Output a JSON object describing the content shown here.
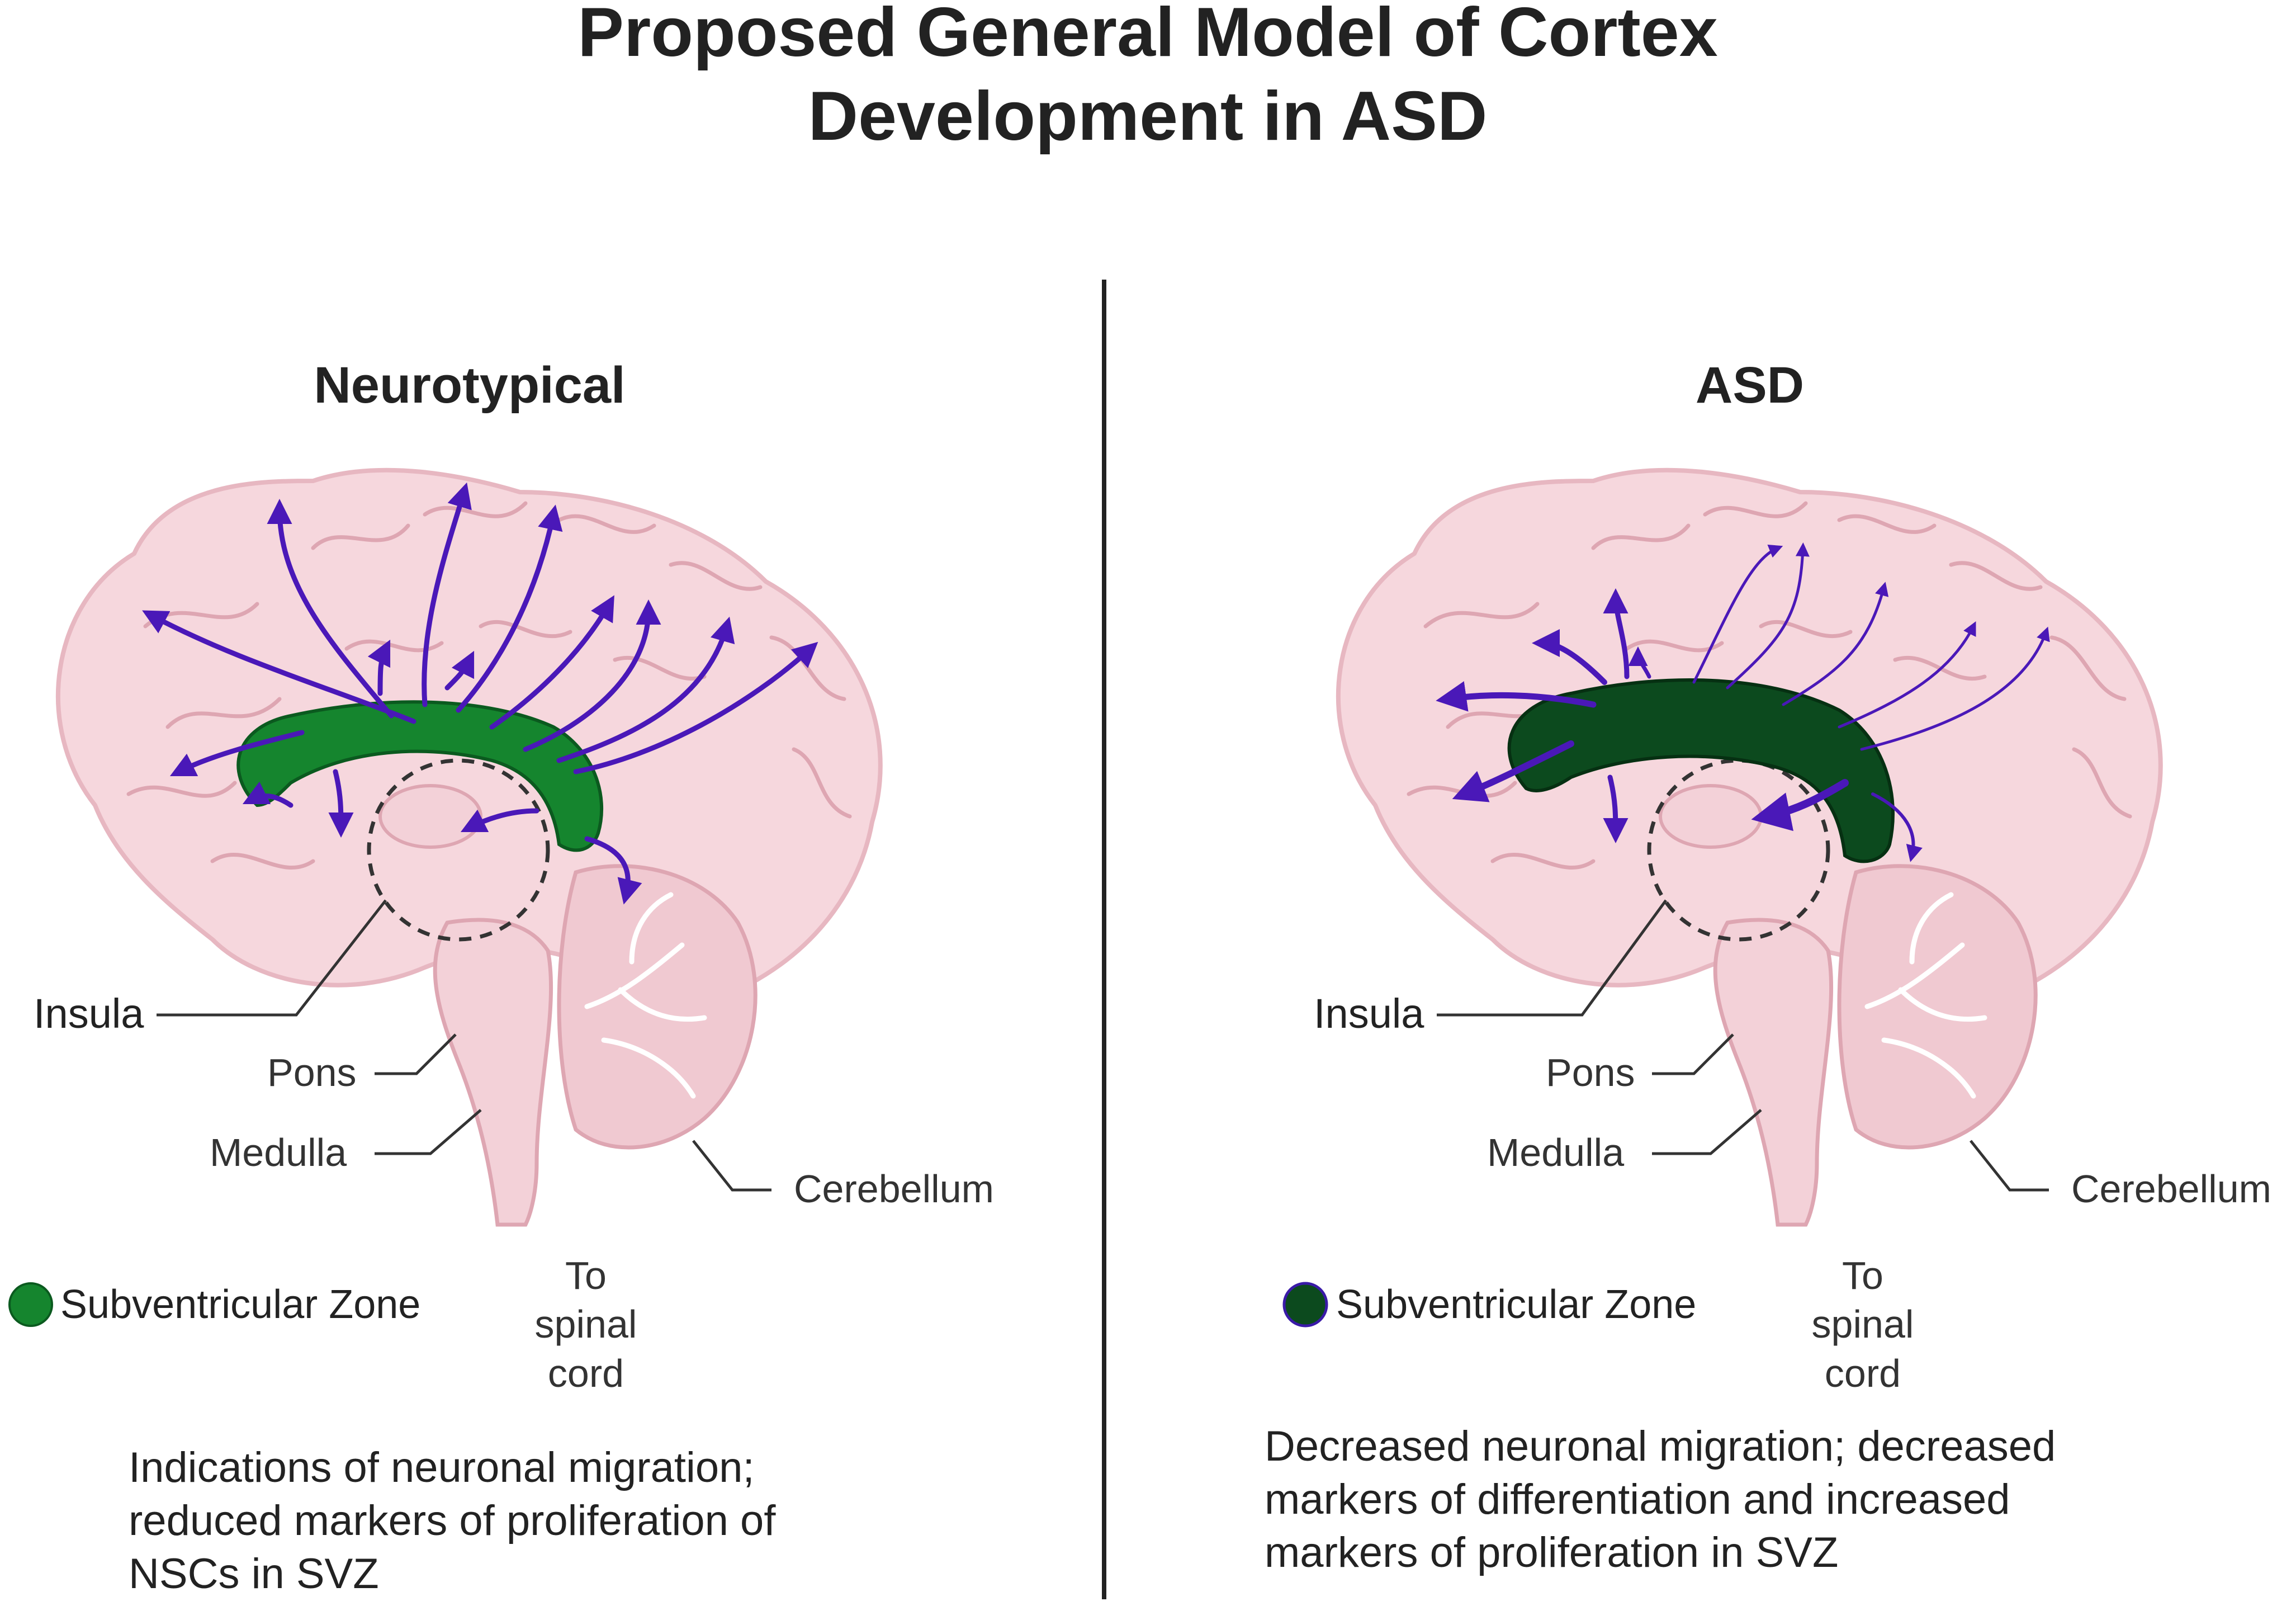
{
  "title": {
    "line1": "Proposed General Model of Cortex",
    "line2": "Development in ASD"
  },
  "panels": [
    {
      "heading": "Neurotypical",
      "svz_color": "#15852e",
      "arrow_color": "#4a18b8",
      "labels": {
        "insula": "Insula",
        "pons": "Pons",
        "medulla": "Medulla",
        "cerebellum": "Cerebellum",
        "spinal_line1": "To",
        "spinal_line2": "spinal",
        "spinal_line3": "cord"
      },
      "legend": "Subventricular Zone",
      "caption": [
        "Indications of neuronal migration;",
        "reduced markers of proliferation of",
        "NSCs in SVZ"
      ]
    },
    {
      "heading": "ASD",
      "svz_color": "#0c4a1e",
      "arrow_color": "#4a18b8",
      "labels": {
        "insula": "Insula",
        "pons": "Pons",
        "medulla": "Medulla",
        "cerebellum": "Cerebellum",
        "spinal_line1": "To",
        "spinal_line2": "spinal",
        "spinal_line3": "cord"
      },
      "legend": "Subventricular Zone",
      "caption": [
        "Decreased neuronal migration; decreased",
        "markers of differentiation and increased",
        "markers of proliferation in SVZ"
      ]
    }
  ],
  "colors": {
    "brain_fill": "#f6d7dd",
    "brain_stroke": "#e7b7c1",
    "fold_stroke": "#dea6b2",
    "cerebellum_fill": "#f0c9d1",
    "stem_fill": "#f3d1d8",
    "divider": "#222222",
    "text": "#222222"
  }
}
